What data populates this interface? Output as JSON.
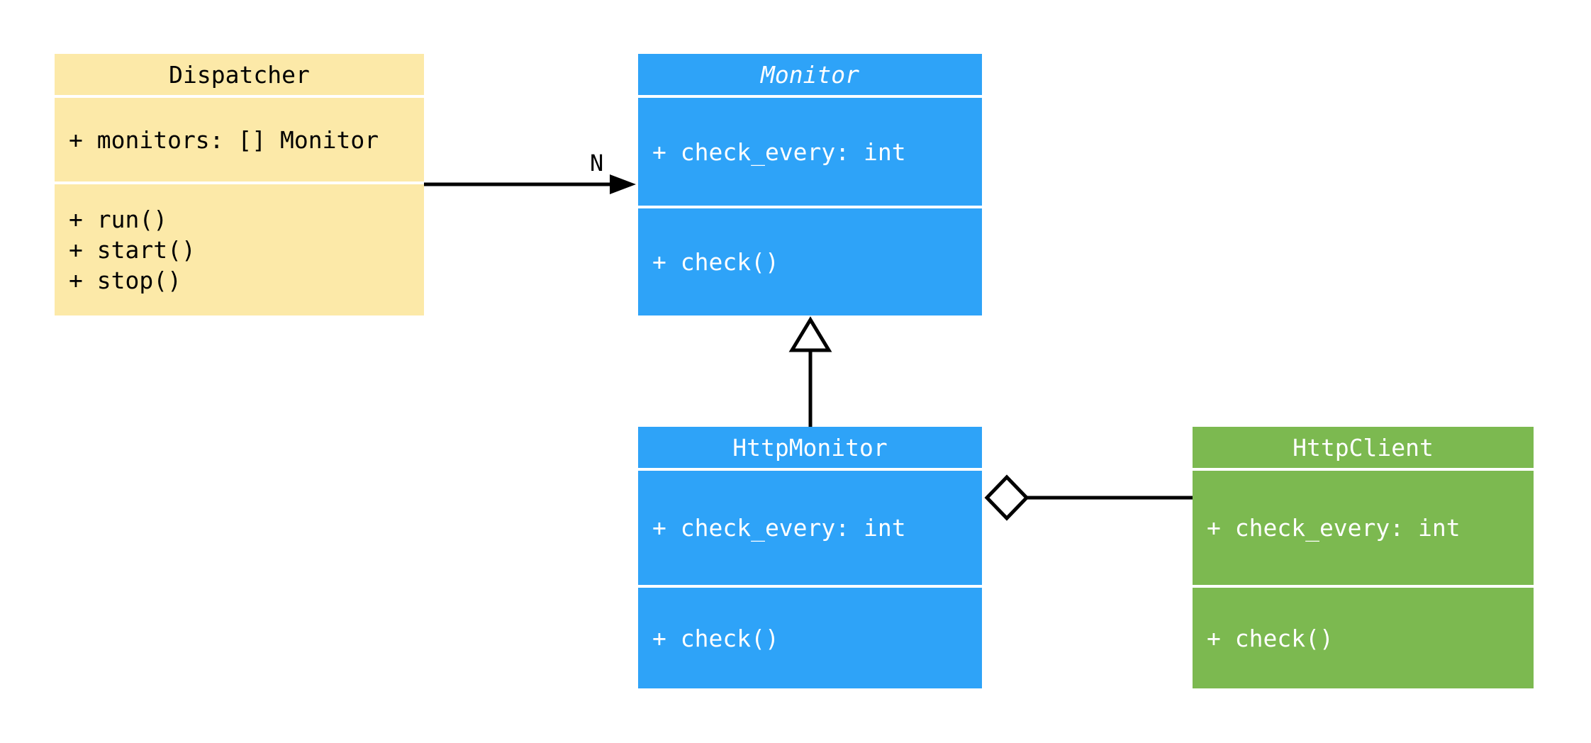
{
  "diagram": {
    "background": "#FFFFFF",
    "edge_color": "#000000",
    "classes": [
      {
        "name": "Dispatcher",
        "abstract": false,
        "fill": "#FCE9A8",
        "text_color": "#000000",
        "attributes": [
          "+ monitors: [] Monitor"
        ],
        "methods": [
          "+ run()",
          "+ start()",
          "+ stop()"
        ]
      },
      {
        "name": "Monitor",
        "abstract": true,
        "fill": "#2EA3F8",
        "text_color": "#FFFFFF",
        "attributes": [
          "+ check_every: int"
        ],
        "methods": [
          "+ check()"
        ]
      },
      {
        "name": "HttpMonitor",
        "abstract": false,
        "fill": "#2EA3F8",
        "text_color": "#FFFFFF",
        "attributes": [
          "+ check_every: int"
        ],
        "methods": [
          "+ check()"
        ]
      },
      {
        "name": "HttpClient",
        "abstract": false,
        "fill": "#7CB950",
        "text_color": "#FFFFFF",
        "attributes": [
          "+ check_every: int"
        ],
        "methods": [
          "+ check()"
        ]
      }
    ],
    "relations": [
      {
        "type": "association",
        "from": "Dispatcher",
        "to": "Monitor",
        "label": "N"
      },
      {
        "type": "inheritance",
        "from": "HttpMonitor",
        "to": "Monitor",
        "label": ""
      },
      {
        "type": "aggregation",
        "from": "HttpMonitor",
        "to": "HttpClient",
        "label": ""
      }
    ]
  }
}
